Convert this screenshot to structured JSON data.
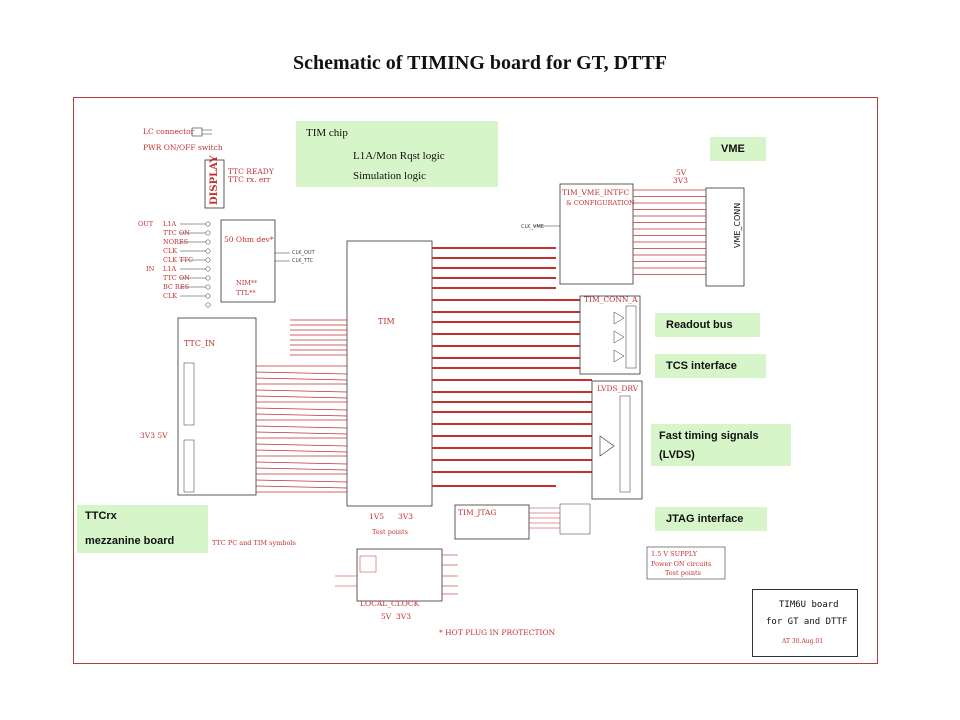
{
  "title": "Schematic of TIMING board for GT, DTTF",
  "callouts": {
    "tim_chip": {
      "heading": "TIM chip",
      "line1": "L1A/Mon Rqst logic",
      "line2": "Simulation logic"
    },
    "ttcrx": {
      "line1": "TTCrx",
      "line2": "mezzanine board"
    },
    "vme": "VME",
    "readout": "Readout bus",
    "tcs": "TCS interface",
    "fast_timing": {
      "line1": "Fast timing signals",
      "line2": "(LVDS)"
    },
    "jtag": "JTAG interface"
  },
  "title_block": {
    "line1": "TIM6U board",
    "line2": "for GT and DTTF",
    "line3": "AT  30.Aug.01"
  },
  "schematic_labels": {
    "lc_connector": "LC connector",
    "pwr_switch": "PWR ON/OFF switch",
    "display": "DISPLAY",
    "ttc_ready": "TTC READY",
    "ttc_err": "TTC rx. err",
    "ohm_dev": "50 Ohm dev*",
    "ttc_in": "TTC_IN",
    "tim": "TIM",
    "tim_vme_intfc": "TIM_VME_INTFC",
    "configuration": "& CONFIGURATION",
    "tim_conn_a": "TIM_CONN_A",
    "lvds_drv": "LVDS_DRV",
    "tim_jtag": "TIM_JTAG",
    "local_clock": "LOCAL_CLOCK",
    "vme_conn": "VME_CONN",
    "hot_plug": "* HOT PLUG IN PROTECTION",
    "supply": "1.5 V SUPPLY",
    "power_on": "Power ON circuits",
    "test_points": "Test points",
    "v5": "5V",
    "v3v3": "3V3",
    "v1v5": "1V5",
    "ttc_pc": "TTC  PC and TIM symbols"
  }
}
